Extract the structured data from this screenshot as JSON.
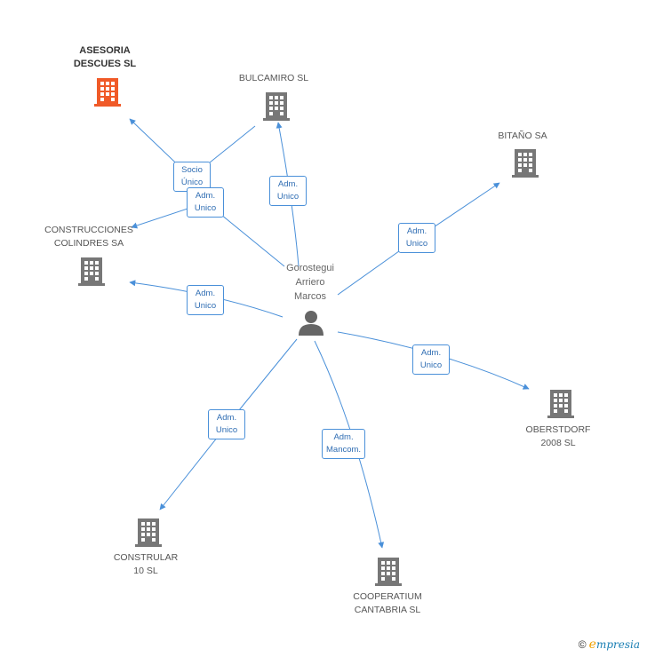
{
  "center": {
    "name": "Gorostegui\nArriero\nMarcos"
  },
  "companies": [
    {
      "id": "asesoria",
      "name": "ASESORIA\nDESCUES SL",
      "highlight": true,
      "color": "#f05a28"
    },
    {
      "id": "bulcamiro",
      "name": "BULCAMIRO SL",
      "highlight": false,
      "color": "#777777"
    },
    {
      "id": "bitano",
      "name": "BITAÑO SA",
      "highlight": false,
      "color": "#777777"
    },
    {
      "id": "construcciones",
      "name": "CONSTRUCCIONES\nCOLINDRES SA",
      "highlight": false,
      "color": "#777777"
    },
    {
      "id": "oberstdorf",
      "name": "OBERSTDORF\n2008 SL",
      "highlight": false,
      "color": "#777777"
    },
    {
      "id": "constrular",
      "name": "CONSTRULAR\n10 SL",
      "highlight": false,
      "color": "#777777"
    },
    {
      "id": "cooperatium",
      "name": "COOPERATIUM\nCANTABRIA SL",
      "highlight": false,
      "color": "#777777"
    }
  ],
  "relations": [
    {
      "id": "r1",
      "label": "Socio\nÚnico"
    },
    {
      "id": "r2",
      "label": "Adm.\nUnico"
    },
    {
      "id": "r3",
      "label": "Adm.\nUnico"
    },
    {
      "id": "r4",
      "label": "Adm.\nUnico"
    },
    {
      "id": "r5",
      "label": "Adm.\nUnico"
    },
    {
      "id": "r6",
      "label": "Adm.\nUnico"
    },
    {
      "id": "r7",
      "label": "Adm.\nUnico"
    },
    {
      "id": "r8",
      "label": "Adm.\nMancom."
    }
  ],
  "colors": {
    "edge": "#4a90d9",
    "building": "#777777",
    "highlight": "#f05a28"
  },
  "footer": {
    "copyright": "©",
    "brand_initial": "e",
    "brand_rest": "mpresia"
  }
}
